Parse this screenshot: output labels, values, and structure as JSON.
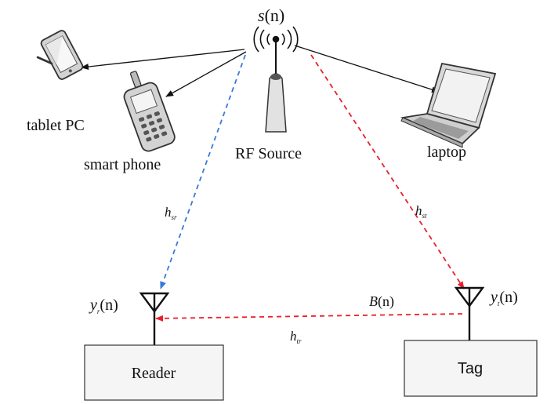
{
  "source": {
    "signal_main": "s",
    "signal_arg": "(n)",
    "label": "RF Source"
  },
  "devices": {
    "tablet": "tablet PC",
    "phone": "smart phone",
    "laptop": "laptop"
  },
  "channels": {
    "sr_main": "h",
    "sr_sub": "sr",
    "st_main": "h",
    "st_sub": "st",
    "tr_main": "h",
    "tr_sub": "tr",
    "backscatter_main": "B",
    "backscatter_arg": "(n)"
  },
  "reader": {
    "label": "Reader",
    "signal_main": "y",
    "signal_sub": "r",
    "signal_arg": "(n)"
  },
  "tag": {
    "label": "Tag",
    "signal_main": "y",
    "signal_sub": "t",
    "signal_arg": "(n)"
  },
  "colors": {
    "blue_dashed": "#3a78d8",
    "red_dashed": "#e8202a",
    "arrow_black": "#111111",
    "box_fill": "#f5f5f5",
    "device_grey": "#c8c8c8"
  }
}
